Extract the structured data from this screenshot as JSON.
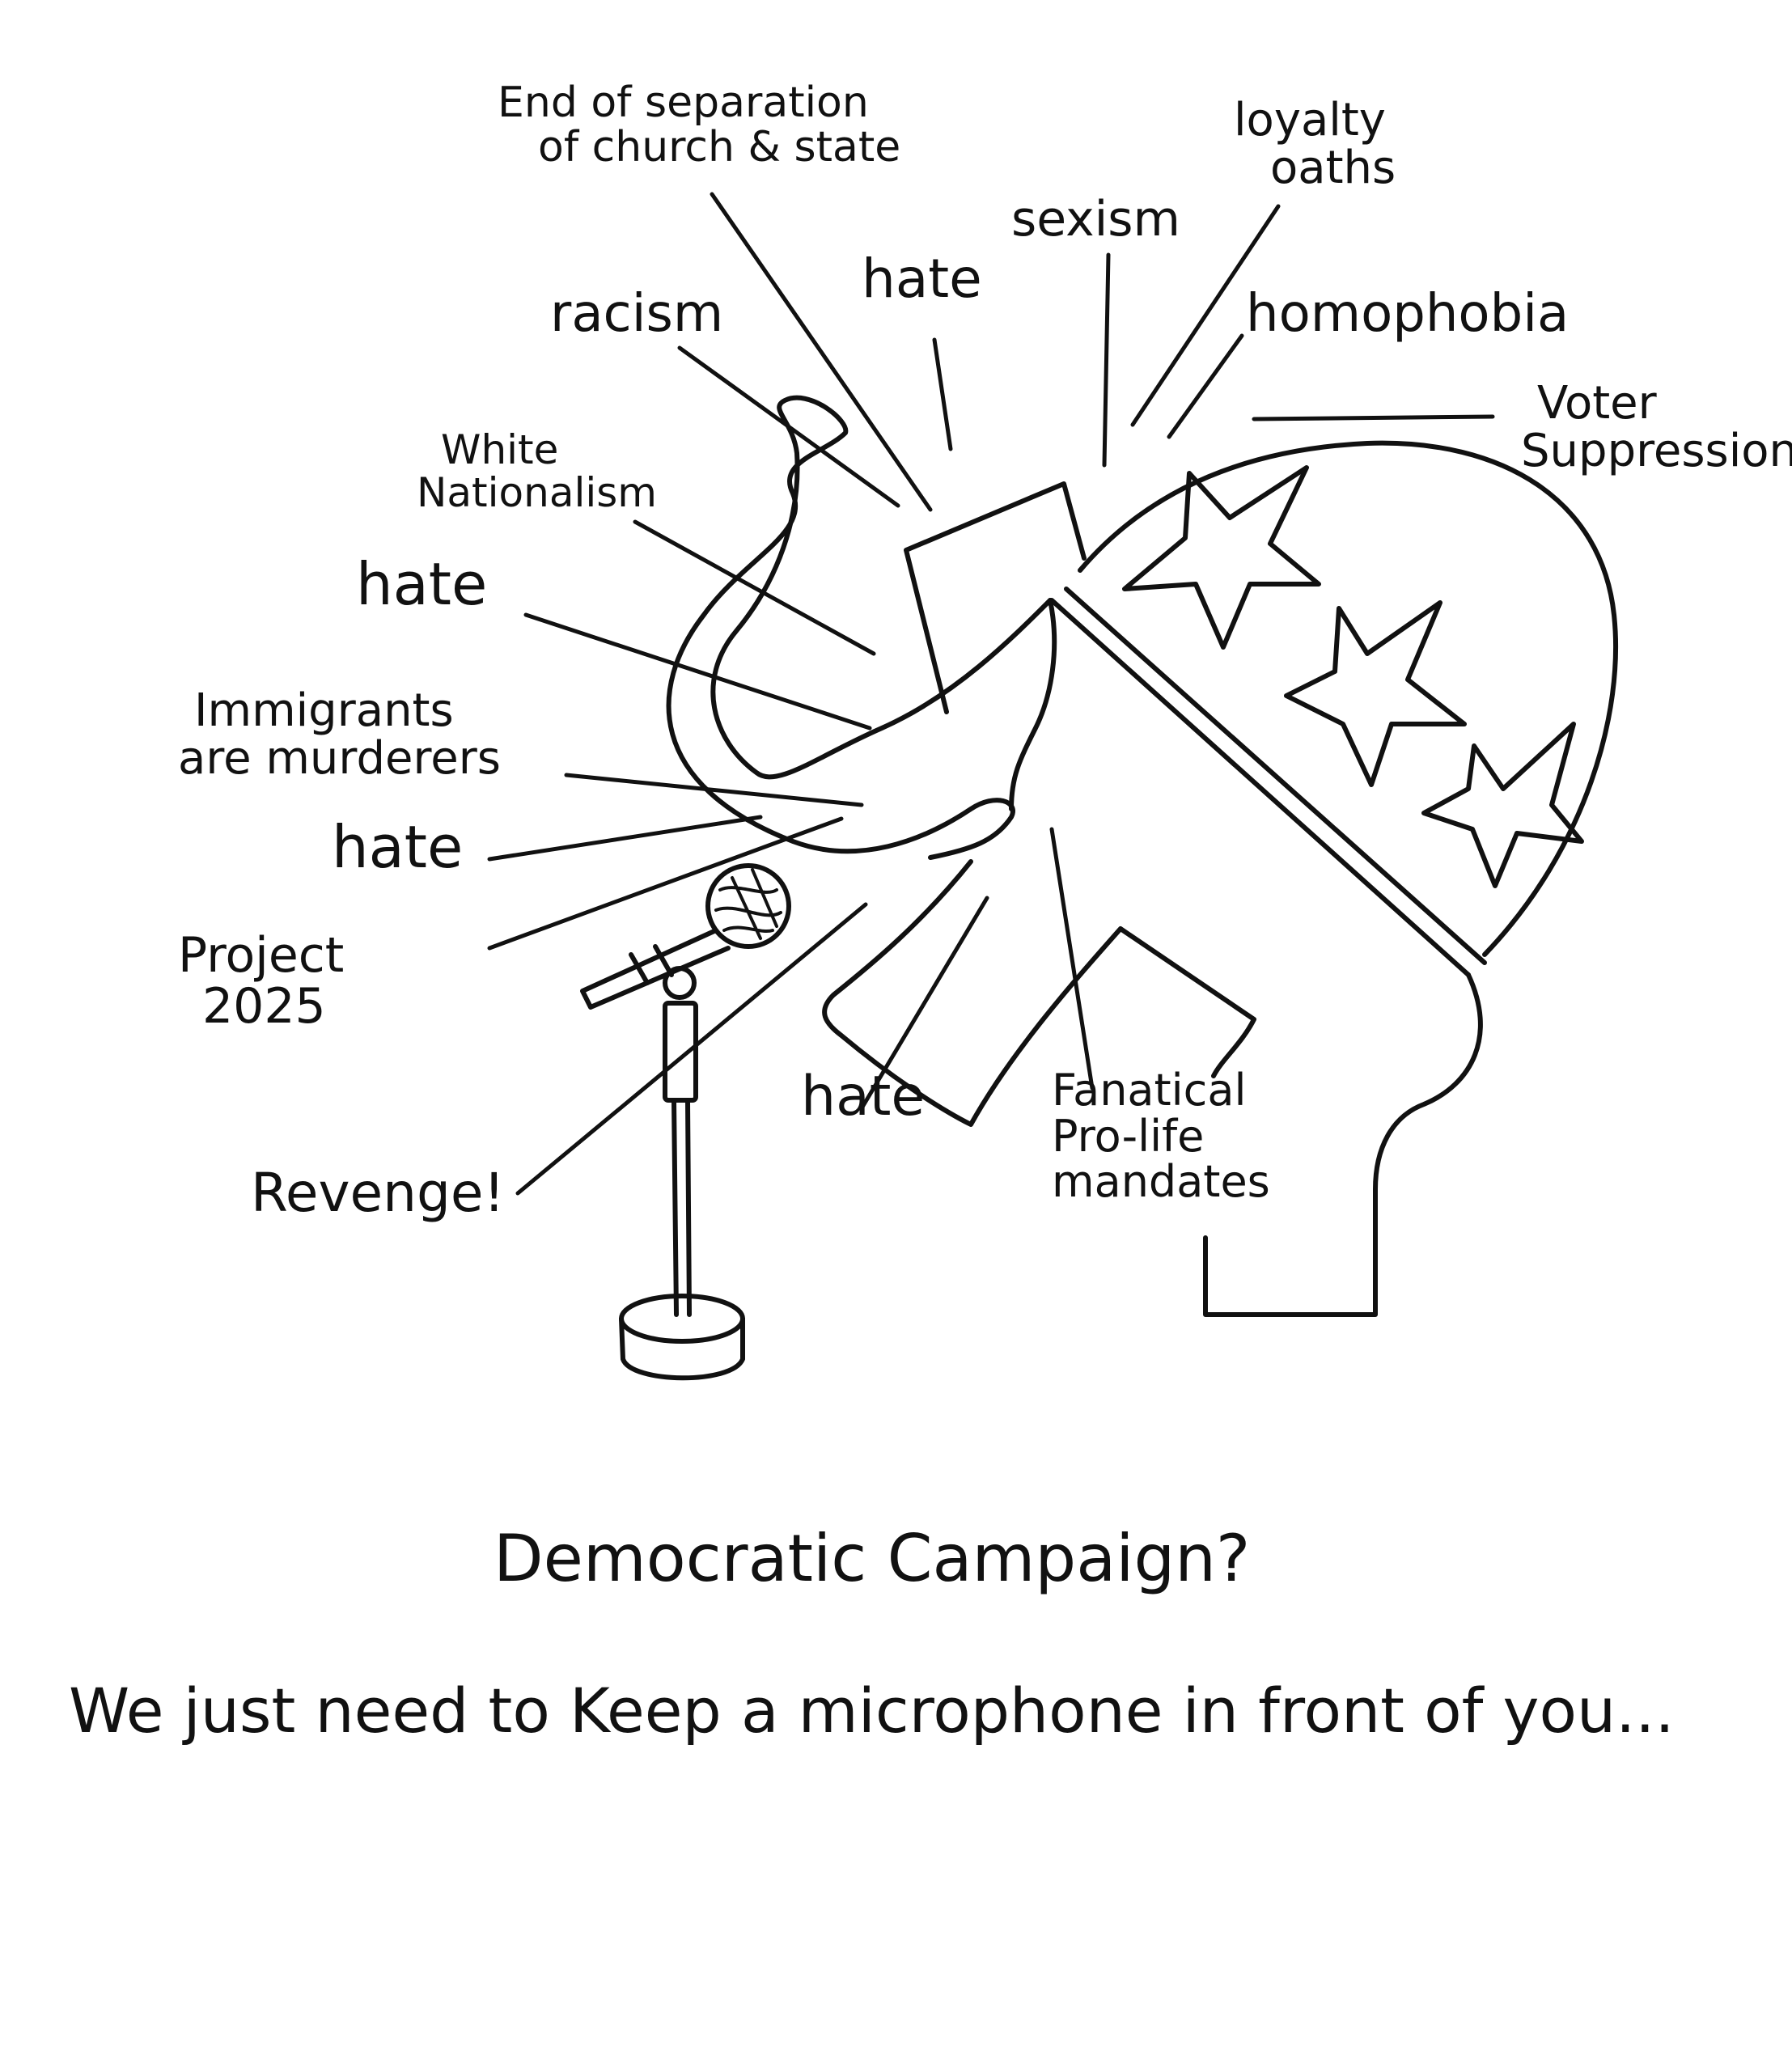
{
  "labels": {
    "church_state": [
      "End of separation",
      "of church & state"
    ],
    "loyalty": [
      "loyalty",
      "oaths"
    ],
    "sexism": "sexism",
    "hate_top": "hate",
    "racism": "racism",
    "homophobia": "homophobia",
    "voter": [
      "Voter",
      "Suppression"
    ],
    "white_nat": [
      "White",
      "Nationalism"
    ],
    "hate_left": "hate",
    "immigrants": [
      "Immigrants",
      "are murderers"
    ],
    "hate_mid": "hate",
    "project": [
      "Project",
      "2025"
    ],
    "revenge": "Revenge!",
    "hate_bottom": "hate",
    "prolife": [
      "Fanatical",
      "Pro-life",
      "mandates"
    ]
  },
  "caption": {
    "question": "Democratic Campaign?",
    "answer": "We just need to Keep a microphone in front of you..."
  }
}
